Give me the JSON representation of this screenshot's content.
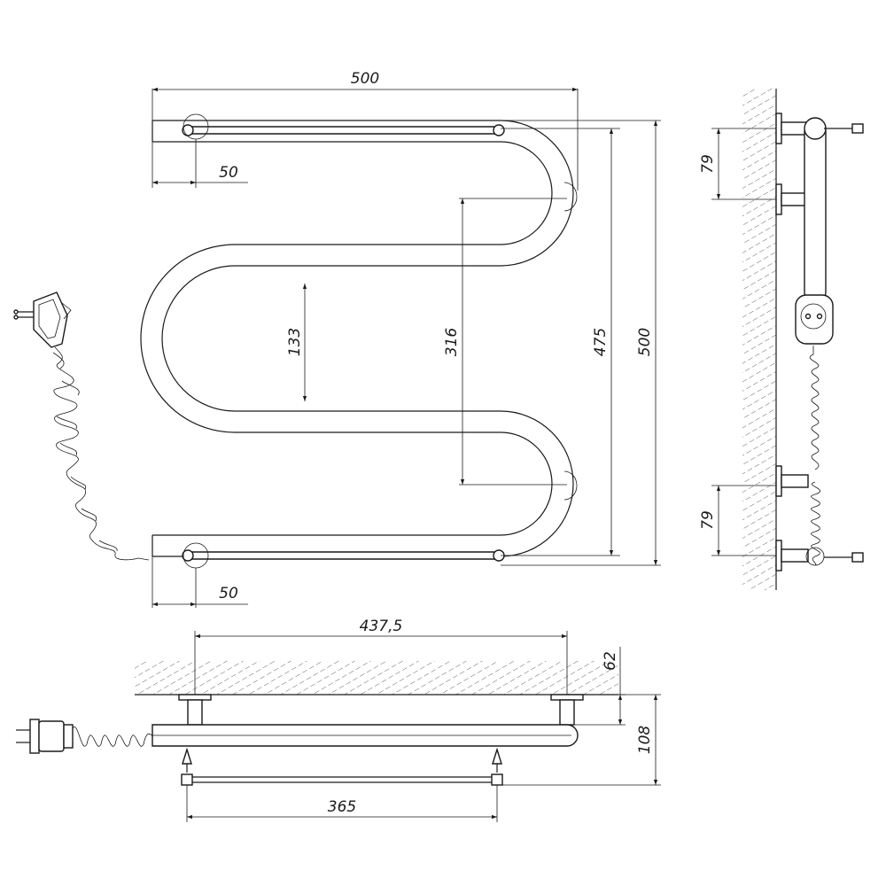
{
  "drawing": {
    "dimensions": {
      "overall_width": "500",
      "mount_offset_top": "50",
      "mount_offset_bottom": "50",
      "loop_gap": "133",
      "inner_span": "316",
      "center_distance": "475",
      "overall_height": "500",
      "side_mount_top": "79",
      "side_mount_bottom": "79",
      "wall_center_distance": "437,5",
      "wall_gap": "62",
      "depth": "108",
      "bar_length": "365"
    }
  }
}
